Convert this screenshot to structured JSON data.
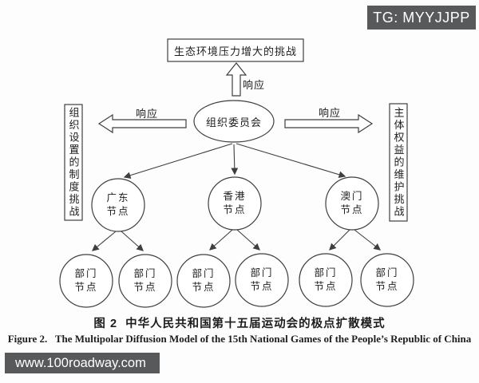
{
  "overlays": {
    "tg_badge": "TG: MYYJJPP",
    "site_watermark": "www.100roadway.com"
  },
  "diagram": {
    "top_challenge": "生态环境压力增大的挑战",
    "left_challenge": "组织设置的制度挑战",
    "right_challenge": "主体权益的维护挑战",
    "center_node": "组织委员会",
    "respond_top": "响应",
    "respond_left": "响应",
    "respond_right": "响应",
    "region_nodes": [
      {
        "label": "广东\n节点"
      },
      {
        "label": "香港\n节点"
      },
      {
        "label": "澳门\n节点"
      }
    ],
    "department_nodes": [
      {
        "label": "部门\n节点"
      },
      {
        "label": "部门\n节点"
      },
      {
        "label": "部门\n节点"
      },
      {
        "label": "部门\n节点"
      },
      {
        "label": "部门\n节点"
      },
      {
        "label": "部门\n节点"
      }
    ]
  },
  "caption": {
    "zh": "图 2  中华人民共和国第十五届运动会的极点扩散模式",
    "en": "Figure 2.   The Multipolar Diffusion Model of the 15th National Games of the People’s Republic of China"
  },
  "colors": {
    "line": "#3f3f3f",
    "watermark_bg": "#58595b",
    "watermark_fg": "#ffffff"
  }
}
